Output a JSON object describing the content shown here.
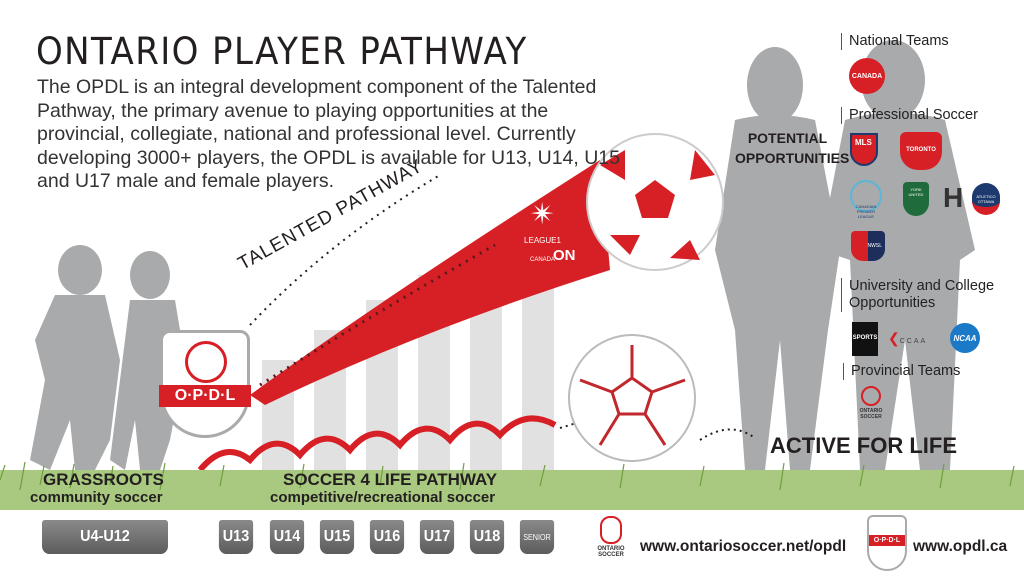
{
  "title": "ONTARIO PLAYER PATHWAY",
  "intro": "The OPDL is an integral development component of the Talented Pathway, the primary avenue to playing opportunities at the provincial, collegiate, national and professional level. Currently developing 3000+ players, the OPDL is available for U13, U14, U15 and U17 male and female players.",
  "talented_pathway": "TALENTED PATHWAY",
  "league1": {
    "top": "LEAGUE1",
    "bottom": "CANADA",
    "suffix": "ON"
  },
  "opdl_badge": "O·P·D·L",
  "potential": "POTENTIAL OPPORTUNITIES",
  "active": "ACTIVE FOR LIFE",
  "grassroots": {
    "title": "GRASSROOTS",
    "sub": "community soccer"
  },
  "soccer4life": {
    "title": "SOCCER 4 LIFE PATHWAY",
    "sub": "competitive/recreational soccer"
  },
  "opportunities": [
    {
      "header": "National Teams",
      "logos": [
        "CANADA"
      ]
    },
    {
      "header": "Professional Soccer",
      "logos": [
        "MLS",
        "TORONTO",
        "CANADIAN PREMIER LEAGUE",
        "YORK UNITED",
        "HFX",
        "ATLETICO OTTAWA",
        "NWSL"
      ]
    },
    {
      "header": "University and College Opportunities",
      "logos": [
        "SPORTS",
        "CCAA",
        "NCAA"
      ]
    },
    {
      "header": "Provincial Teams",
      "logos": [
        "ONTARIO SOCCER"
      ]
    }
  ],
  "age_groups": [
    "U4-U12",
    "U13",
    "U14",
    "U15",
    "U16",
    "U17",
    "U18",
    "SENIOR"
  ],
  "footer": {
    "ontario_logo": "ONTARIO SOCCER",
    "url1": "www.ontariosoccer.net/opdl",
    "opdl_logo": "O·P·D·L",
    "url2": "www.opdl.ca"
  },
  "colors": {
    "red": "#d71f26",
    "grey": "#a7a8aa",
    "dark": "#231f20"
  }
}
